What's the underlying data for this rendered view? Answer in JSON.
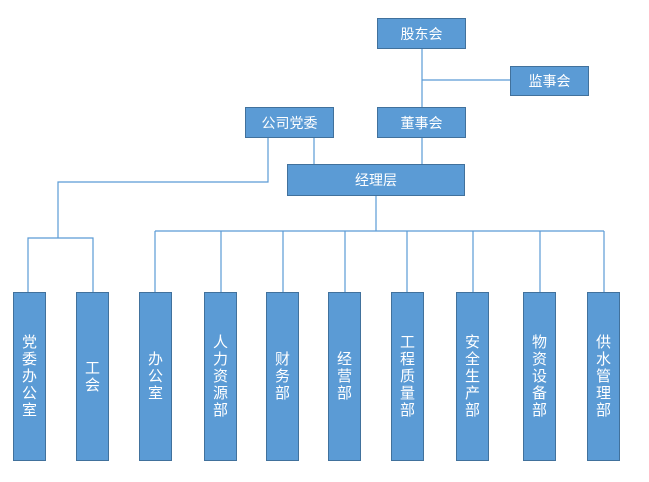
{
  "nodes": {
    "shareholders": "股东会",
    "supervisors": "监事会",
    "board": "董事会",
    "party": "公司党委",
    "management": "经理层",
    "party_office": "党委办公室",
    "union": "工会",
    "office": "办公室",
    "hr": "人力资源部",
    "finance": "财务部",
    "business": "经营部",
    "engineering_quality": "工程质量部",
    "safety": "安全生产部",
    "materials": "物资设备部",
    "water_supply": "供水管理部"
  }
}
